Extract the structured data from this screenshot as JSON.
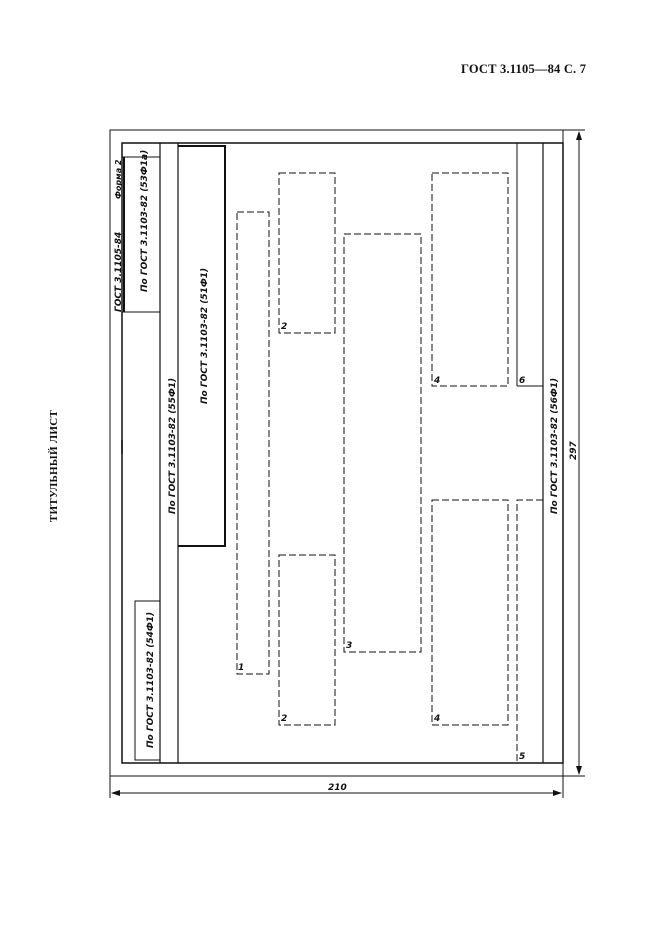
{
  "page": {
    "header": "ГОСТ 3.1105—84 С. 7",
    "side_title": "ТИТУЛЬНЫЙ ЛИСТ"
  },
  "diagram": {
    "stamp_standard": "ГОСТ 3.1105-84",
    "stamp_form": "Форма 2",
    "label_53": "По ГОСТ 3.1103-82 (53Ф1а)",
    "label_51": "По ГОСТ 3.1103-82 (51Ф1)",
    "label_55": "По ГОСТ 3.1103-82 (55Ф1)",
    "label_54": "По ГОСТ 3.1103-82 (54Ф1)",
    "label_56": "По ГОСТ 3.1103-82 (56Ф1)",
    "dim_width": "210",
    "dim_height": "297",
    "zones": {
      "z1": "1",
      "z2_top": "2",
      "z2_bottom": "2",
      "z3": "3",
      "z4_top": "4",
      "z4_bottom": "4",
      "z5": "5",
      "z6": "6"
    }
  }
}
